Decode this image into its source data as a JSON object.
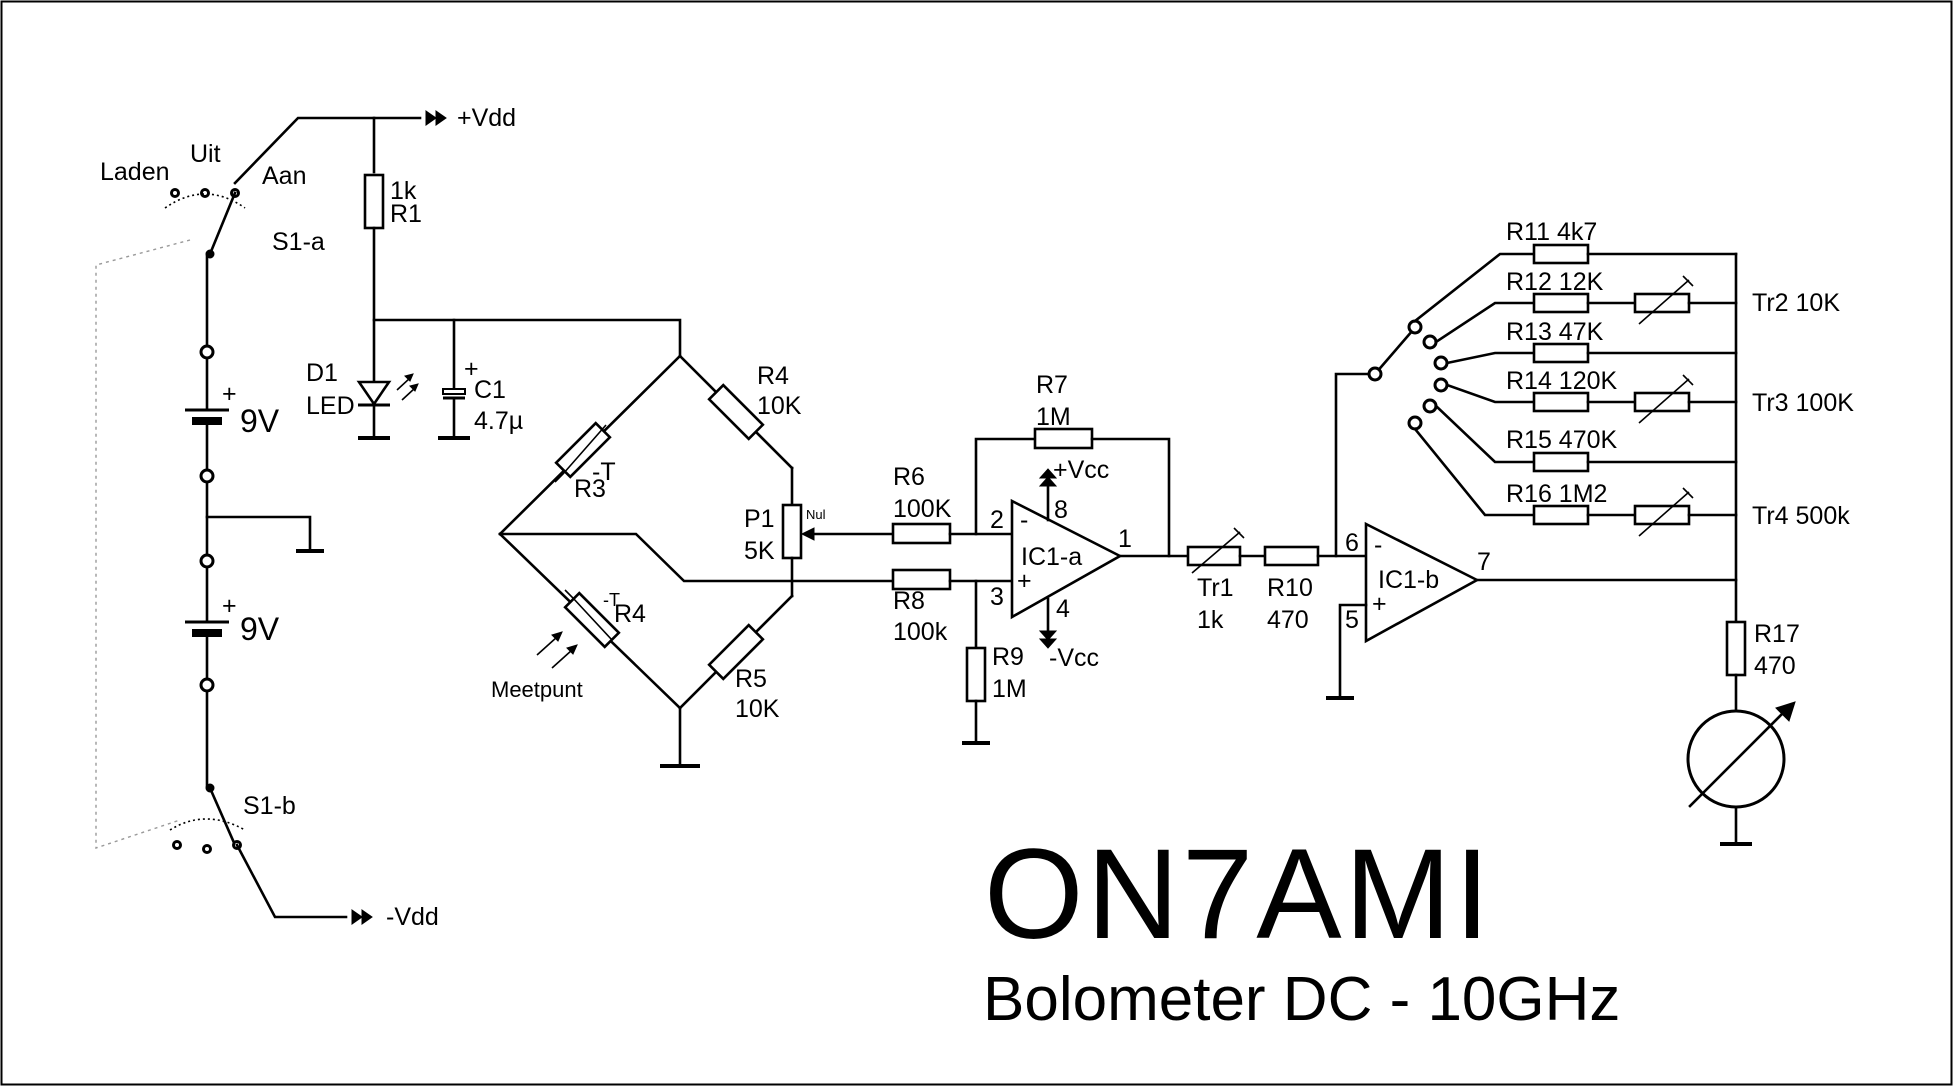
{
  "title": "ON7AMI",
  "subtitle": "Bolometer DC - 10GHz",
  "supply": {
    "vdd_plus": "+Vdd",
    "vdd_minus": "-Vdd",
    "vcc_plus": "+Vcc",
    "vcc_minus": "-Vcc"
  },
  "switch": {
    "laden": "Laden",
    "uit": "Uit",
    "aan": "Aan",
    "s1a": "S1-a",
    "s1b": "S1-b"
  },
  "batteries": {
    "bat1": "9V",
    "bat2": "9V",
    "plus": "+"
  },
  "components": {
    "r1_value": "1k",
    "r1_name": "R1",
    "d1_name": "D1",
    "d1_type": "LED",
    "c1_name": "C1",
    "c1_value": "4.7µ",
    "c1_plus": "+",
    "r3_name": "R3",
    "r3_temp": "-T",
    "r4_bridge_name": "R4",
    "r4_bridge_value": "10K",
    "r4_sensor_name": "R4",
    "r4_sensor_temp": "-T",
    "meetpunt": "Meetpunt",
    "p1_name": "P1",
    "p1_value": "5K",
    "p1_nul": "Nul",
    "r5_name": "R5",
    "r5_value": "10K",
    "r6_name": "R6",
    "r6_value": "100K",
    "r7_name": "R7",
    "r7_value": "1M",
    "r8_name": "R8",
    "r8_value": "100k",
    "r9_name": "R9",
    "r9_value": "1M",
    "ic1a": "IC1-a",
    "ic1b": "IC1-b",
    "tr1_name": "Tr1",
    "tr1_value": "1k",
    "r10_name": "R10",
    "r10_value": "470",
    "r11": "R11 4k7",
    "r12": "R12 12K",
    "r13": "R13 47K",
    "r14": "R14 120K",
    "r15": "R15 470K",
    "r16": "R16 1M2",
    "tr2": "Tr2 10K",
    "tr3": "Tr3 100K",
    "tr4": "Tr4 500k",
    "r17_name": "R17",
    "r17_value": "470"
  },
  "pins": {
    "p1": "1",
    "p2": "2",
    "p3": "3",
    "p4": "4",
    "p5": "5",
    "p6": "6",
    "p7": "7",
    "p8": "8",
    "minus": "-",
    "plus": "+"
  }
}
